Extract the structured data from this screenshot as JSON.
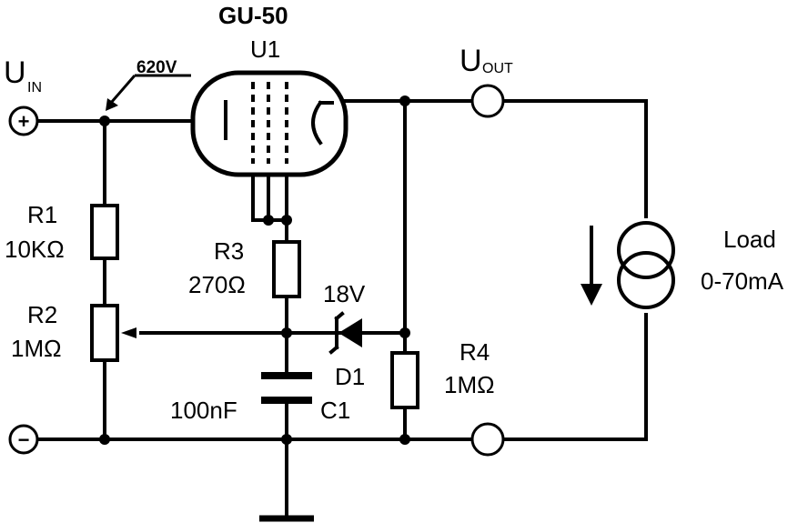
{
  "labels": {
    "tube_type": "GU-50",
    "tube_ref": "U1",
    "uin_main": "U",
    "uin_sub": "IN",
    "uout_main": "U",
    "uout_sub": "OUT",
    "voltage": "620V",
    "plus": "+",
    "minus": "−",
    "r1_ref": "R1",
    "r1_val": "10KΩ",
    "r2_ref": "R2",
    "r2_val": "1MΩ",
    "r3_ref": "R3",
    "r3_val": "270Ω",
    "r4_ref": "R4",
    "r4_val": "1MΩ",
    "d1_ref": "D1",
    "d1_val": "18V",
    "c1_ref": "C1",
    "c1_val": "100nF",
    "load_title": "Load",
    "load_range": "0-70mA"
  },
  "icons": {
    "tube": "vacuum-tube-icon",
    "current_source": "current-source-icon",
    "ground": "ground-icon",
    "zener": "zener-diode-icon"
  }
}
